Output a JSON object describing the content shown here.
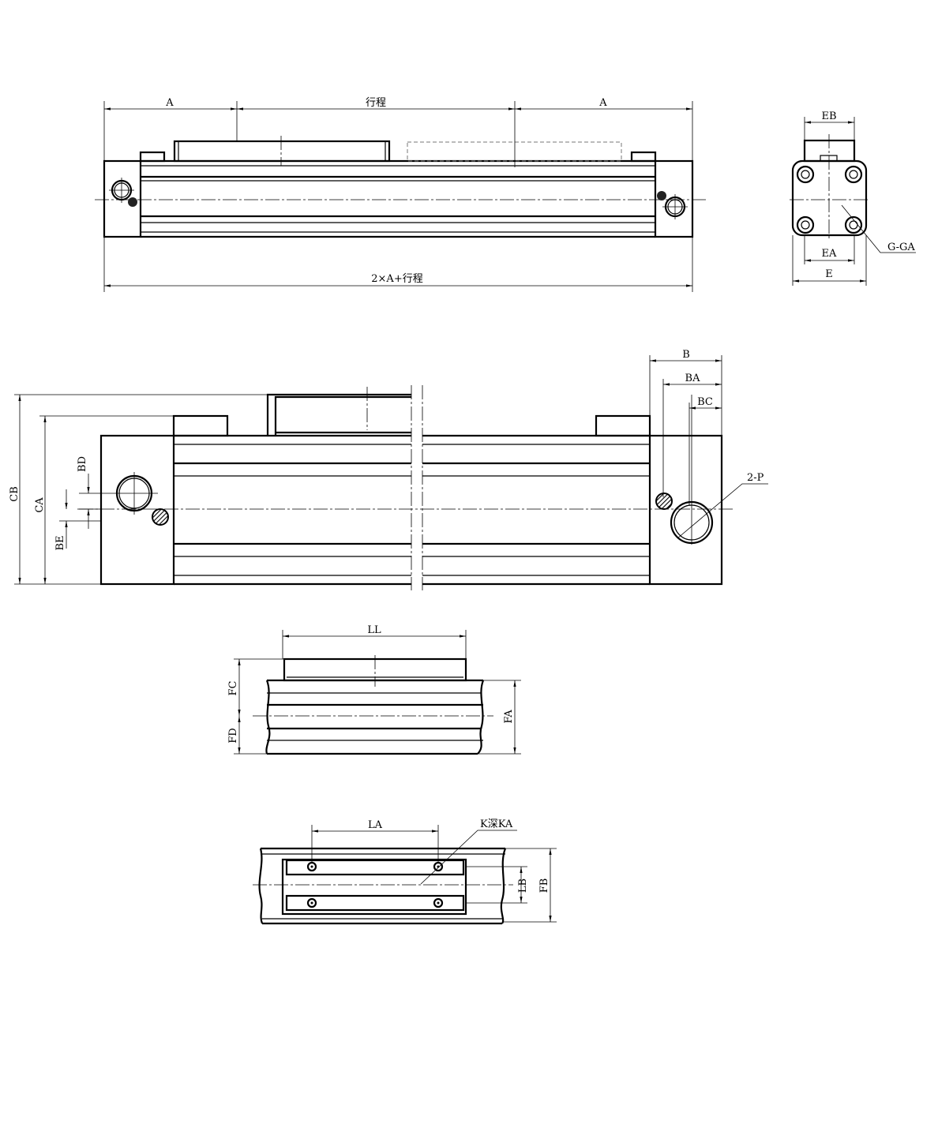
{
  "labels": {
    "a_left": "A",
    "stroke": "行程",
    "a_right": "A",
    "total": "2×A+行程",
    "eb": "EB",
    "ea": "EA",
    "e": "E",
    "g_ga": "G-GA",
    "b": "B",
    "ba": "BA",
    "bc": "BC",
    "two_p": "2-P",
    "cb": "CB",
    "ca": "CA",
    "bd": "BD",
    "be": "BE",
    "ll": "LL",
    "fc": "FC",
    "fd": "FD",
    "fa": "FA",
    "la": "LA",
    "k_ka": "K深KA",
    "lb": "LB",
    "fb": "FB"
  }
}
